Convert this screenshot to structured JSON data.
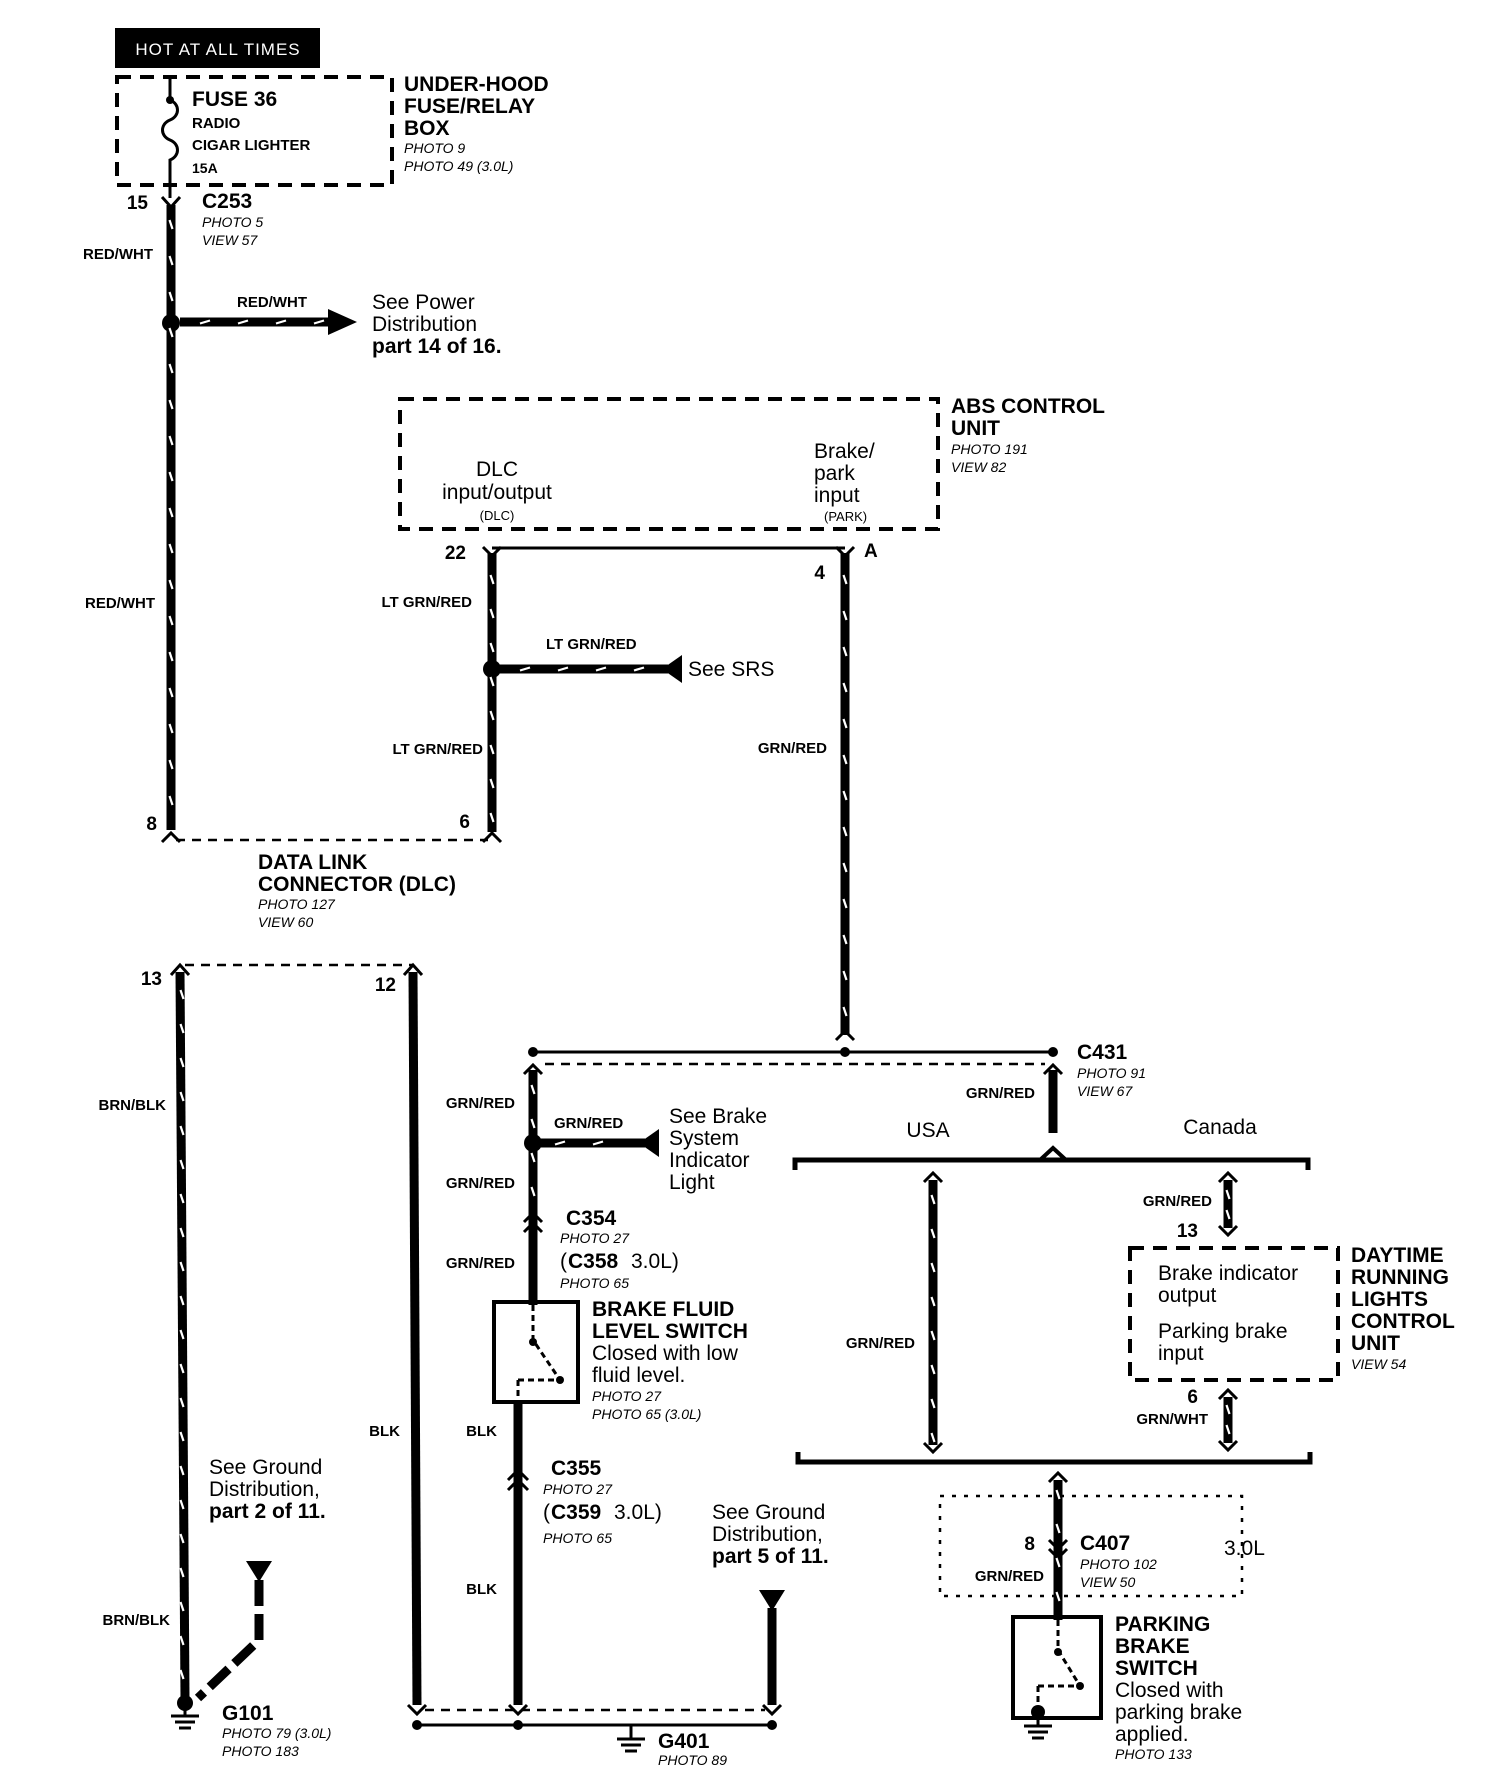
{
  "header": {
    "hot_label": "HOT AT ALL TIMES"
  },
  "fuse_box": {
    "fuse": "FUSE 36",
    "circuit1": "RADIO",
    "circuit2": "CIGAR LIGHTER",
    "rating": "15A",
    "name1": "UNDER-HOOD",
    "name2": "FUSE/RELAY",
    "name3": "BOX",
    "photo1": "PHOTO 9",
    "photo2": "PHOTO 49 (3.0L)"
  },
  "c253": {
    "pin": "15",
    "name": "C253",
    "photo": "PHOTO 5",
    "view": "VIEW 57"
  },
  "wires": {
    "red_wht": "RED/WHT",
    "lt_grn_red": "LT GRN/RED",
    "grn_red": "GRN/RED",
    "brn_blk": "BRN/BLK",
    "blk": "BLK",
    "grn_wht": "GRN/WHT"
  },
  "power_ref": {
    "line1": "See Power",
    "line2": "Distribution",
    "line3": "part 14 of 16."
  },
  "abs": {
    "name1": "ABS CONTROL",
    "name2": "UNIT",
    "photo": "PHOTO 191",
    "view": "VIEW 82",
    "dlc_line1": "DLC",
    "dlc_line2": "input/output",
    "dlc_code": "(DLC)",
    "brake_line1": "Brake/",
    "brake_line2": "park",
    "brake_line3": "input",
    "brake_code": "(PARK)",
    "pin22": "22",
    "pin4": "4",
    "conn_a": "A"
  },
  "srs_ref": "See SRS",
  "dlc": {
    "pin8": "8",
    "pin6": "6",
    "name1": "DATA LINK",
    "name2": "CONNECTOR (DLC)",
    "photo": "PHOTO 127",
    "view": "VIEW 60",
    "pin13": "13",
    "pin12": "12"
  },
  "c431": {
    "name": "C431",
    "photo": "PHOTO 91",
    "view": "VIEW 67"
  },
  "region": {
    "usa": "USA",
    "canada": "Canada"
  },
  "brake_indicator_ref": {
    "line1": "See Brake",
    "line2": "System",
    "line3": "Indicator",
    "line4": "Light"
  },
  "c354": {
    "name": "C354",
    "photo": "PHOTO 27",
    "alt_name": "C358",
    "alt_engine": "3.0L)",
    "open_paren": "(",
    "alt_photo": "PHOTO 65"
  },
  "fluid_switch": {
    "name1": "BRAKE FLUID",
    "name2": "LEVEL SWITCH",
    "desc1": "Closed with low",
    "desc2": "fluid level.",
    "photo1": "PHOTO 27",
    "photo2": "PHOTO 65 (3.0L)"
  },
  "c355": {
    "name": "C355",
    "photo": "PHOTO 27",
    "alt_name": "C359",
    "alt_engine": "3.0L)",
    "open_paren": "(",
    "alt_photo": "PHOTO 65"
  },
  "drl": {
    "pin13": "13",
    "out1": "Brake indicator",
    "out2": "output",
    "in1": "Parking brake",
    "in2": "input",
    "pin6": "6",
    "name1": "DAYTIME",
    "name2": "RUNNING",
    "name3": "LIGHTS",
    "name4": "CONTROL",
    "name5": "UNIT",
    "view": "VIEW 54"
  },
  "ground_ref_2": {
    "line1": "See Ground",
    "line2": "Distribution,",
    "line3": "part 2 of 11."
  },
  "ground_ref_5": {
    "line1": "See Ground",
    "line2": "Distribution,",
    "line3": "part 5 of 11."
  },
  "c407": {
    "pin": "8",
    "name": "C407",
    "photo": "PHOTO 102",
    "view": "VIEW 50",
    "engine": "3.0L"
  },
  "park_switch": {
    "name1": "PARKING",
    "name2": "BRAKE",
    "name3": "SWITCH",
    "desc1": "Closed with",
    "desc2": "parking brake",
    "desc3": "applied.",
    "photo": "PHOTO 133"
  },
  "g101": {
    "name": "G101",
    "photo1": "PHOTO 79 (3.0L)",
    "photo2": "PHOTO 183"
  },
  "g401": {
    "name": "G401",
    "photo": "PHOTO 89"
  }
}
